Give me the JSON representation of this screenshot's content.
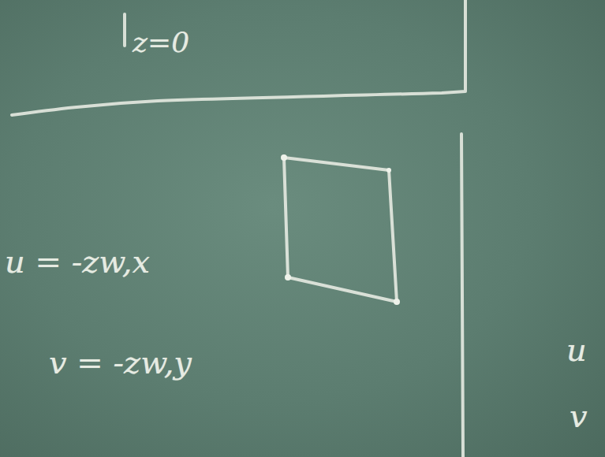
{
  "diagram": {
    "labels": [
      "z=0",
      "u = -zw,x",
      "v = -zw,y",
      "u",
      "v"
    ]
  }
}
